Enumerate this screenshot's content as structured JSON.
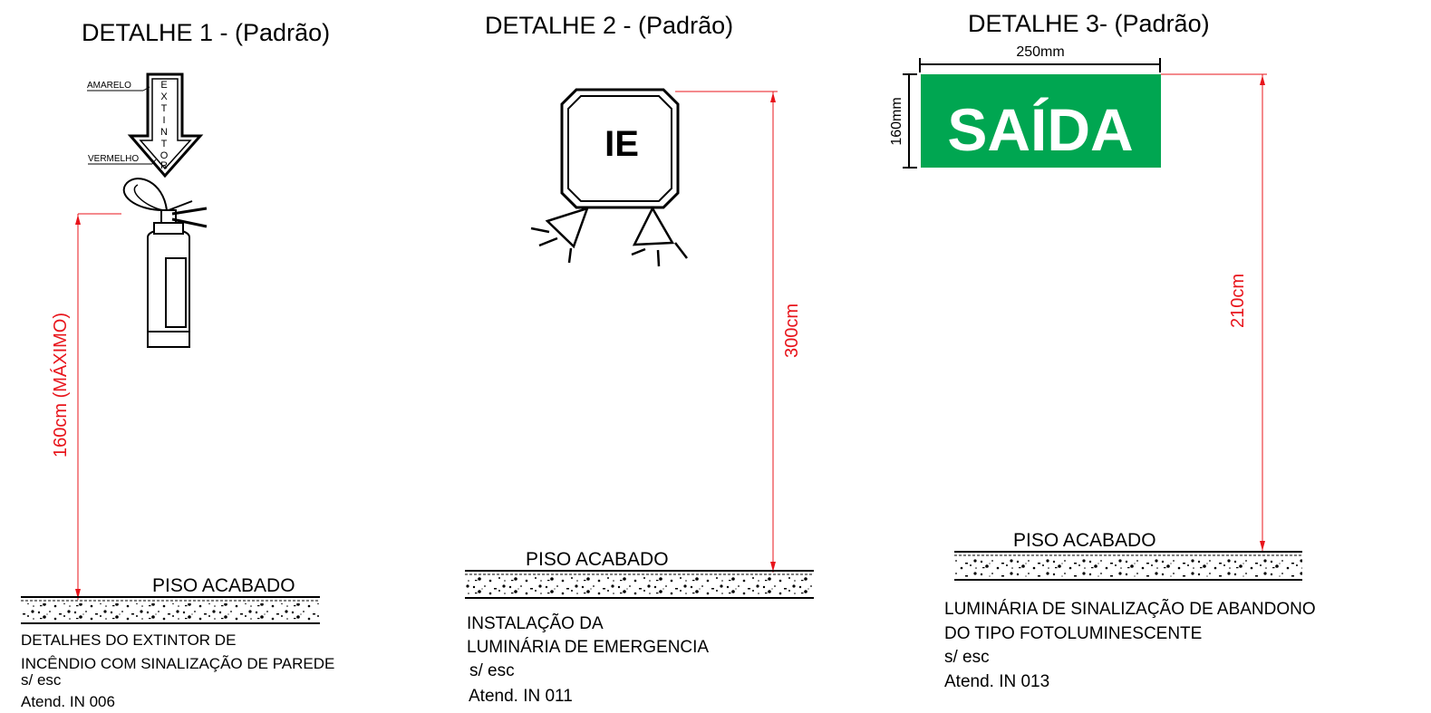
{
  "details": [
    {
      "title": "DETALHE 1 - (Padrão)",
      "floor_label": "PISO ACABADO",
      "dimension": "160cm (MÁXIMO)",
      "label_top": "AMARELO",
      "label_bottom": "VERMELHO",
      "arrow_text": "EXTINTOR",
      "caption_lines": [
        "DETALHES DO EXTINTOR DE",
        "INCÊNDIO COM SINALIZAÇÃO DE PAREDE",
        "s/ esc",
        "Atend. IN 006"
      ]
    },
    {
      "title": "DETALHE 2 - (Padrão)",
      "floor_label": "PISO ACABADO",
      "dimension": "300cm",
      "sign_text": "IE",
      "caption_lines": [
        "INSTALAÇÃO DA",
        "LUMINÁRIA DE EMERGENCIA",
        "s/ esc",
        "Atend. IN 011"
      ]
    },
    {
      "title": "DETALHE 3- (Padrão)",
      "floor_label": "PISO ACABADO",
      "dimension": "210cm",
      "width_dim": "250mm",
      "height_dim": "160mm",
      "sign_text": "SAÍDA",
      "caption_lines": [
        "LUMINÁRIA DE SINALIZAÇÃO DE ABANDONO",
        "DO TIPO FOTOLUMINESCENTE",
        "s/ esc",
        "Atend. IN 013"
      ]
    }
  ],
  "colors": {
    "dimension_line": "#e8141b",
    "exit_sign_green": "#00a651",
    "ink": "#000000"
  }
}
